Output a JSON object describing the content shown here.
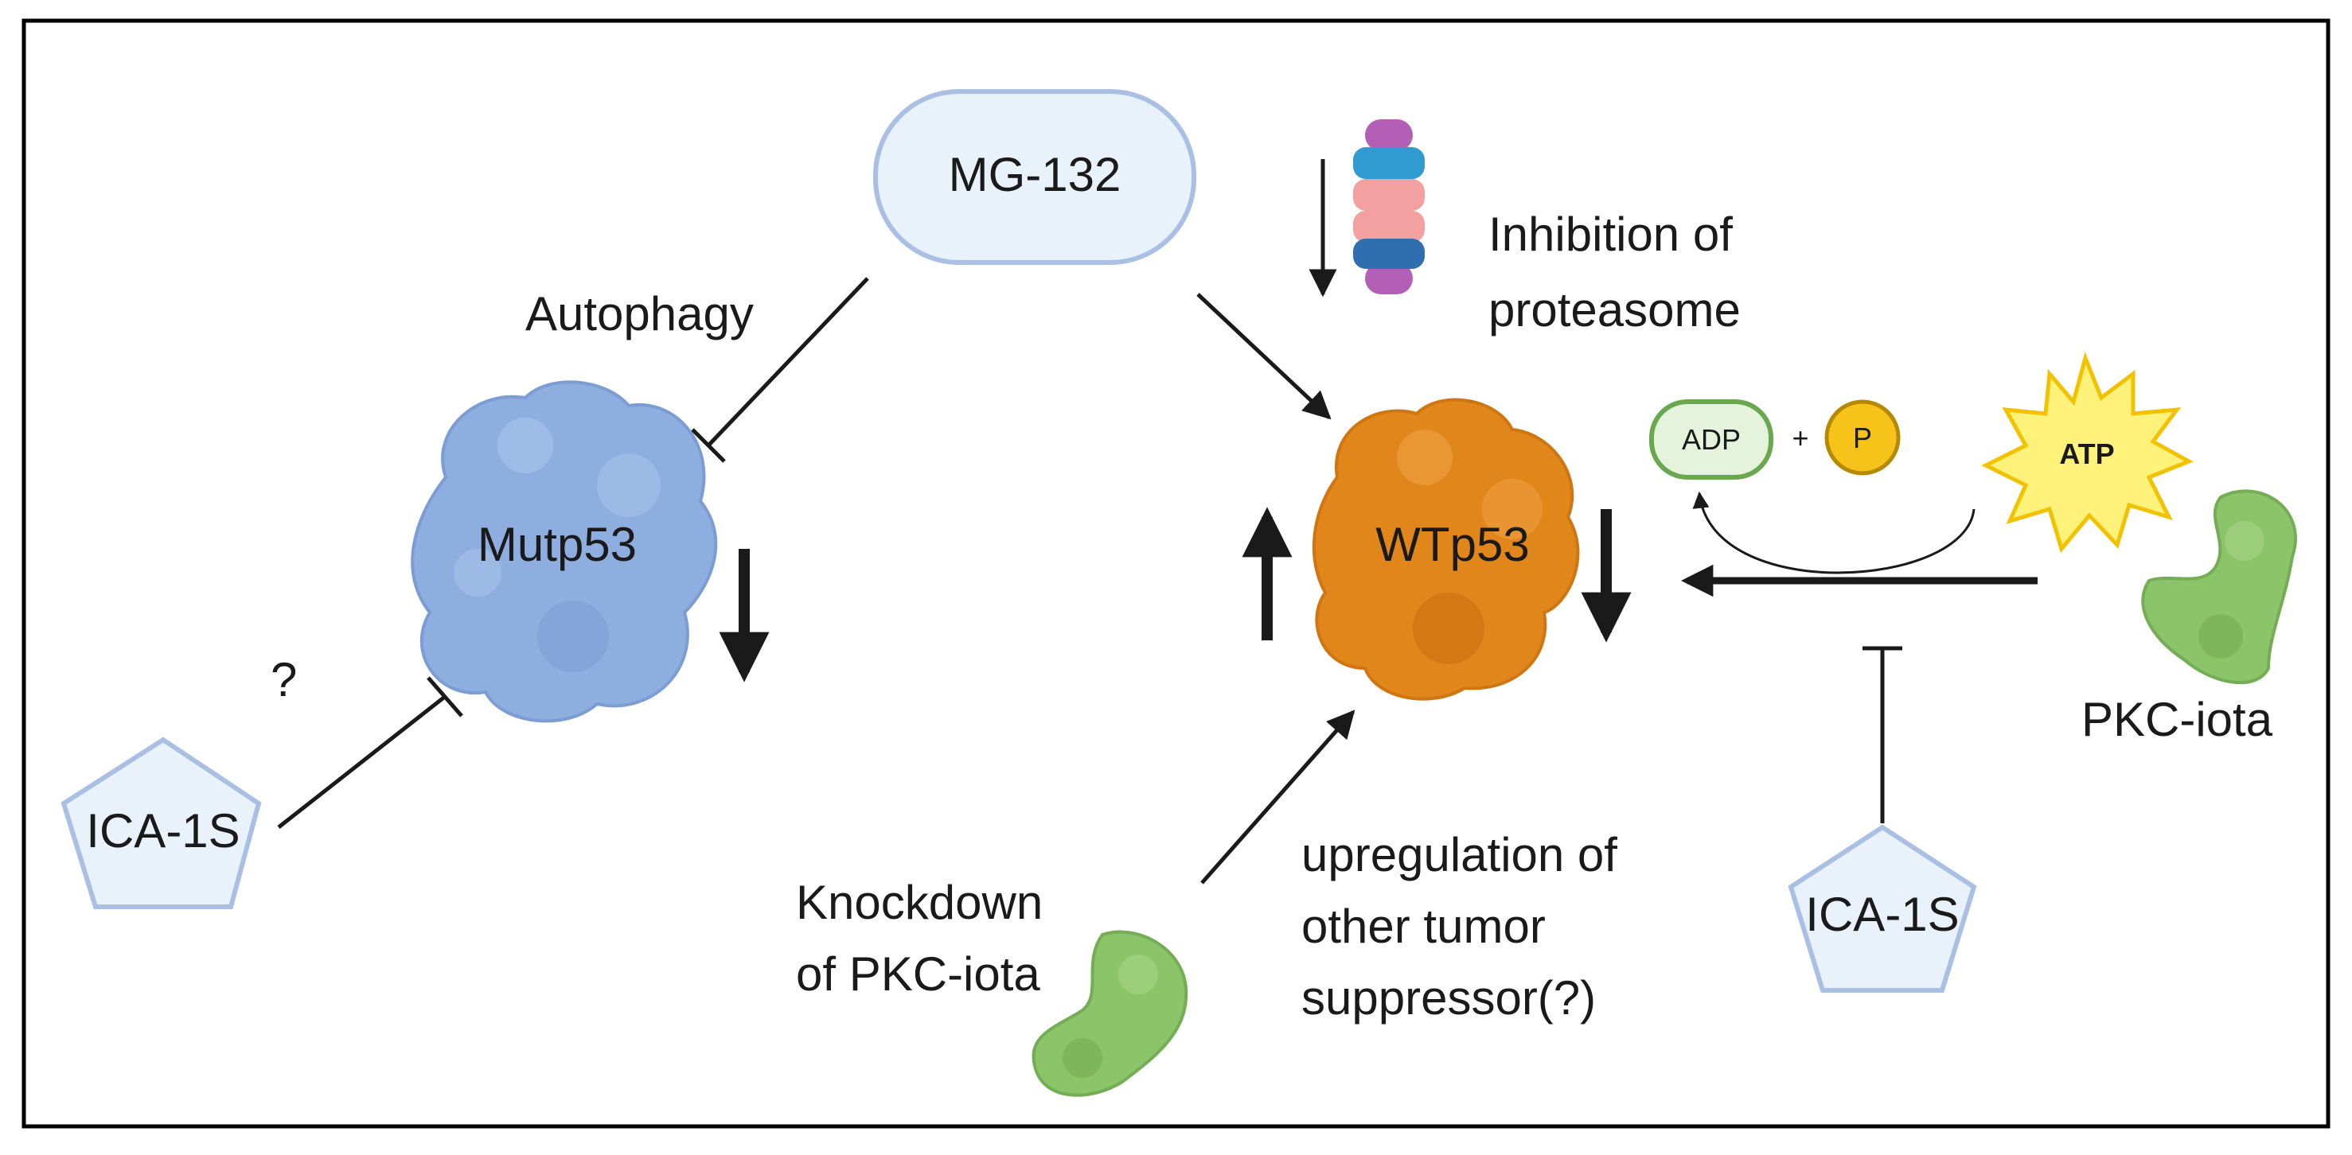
{
  "labels": {
    "mg132": "MG-132",
    "autophagy": "Autophagy",
    "inhibition_line1": "Inhibition of",
    "inhibition_line2": "proteasome",
    "mutp53": "Mutp53",
    "wtp53": "WTp53",
    "adp": "ADP",
    "plus": "+",
    "phosphate": "P",
    "atp": "ATP",
    "pkc_iota": "PKC-iota",
    "question": "?",
    "ica_left": "ICA-1S",
    "ica_right": "ICA-1S",
    "knockdown_line1": "Knockdown",
    "knockdown_line2": "of PKC-iota",
    "upreg_line1": "upregulation of",
    "upreg_line2": "other tumor",
    "upreg_line3": "suppressor(?)"
  },
  "colors": {
    "mg132_fill": "#e9f1fb",
    "mg132_stroke": "#a9bfe3",
    "mutp53": "#8eaee0",
    "wtp53": "#e0861a",
    "pkc": "#8cc46a",
    "adp_fill": "#e5f2dc",
    "adp_stroke": "#6aa84f",
    "phosphate_fill": "#f7c21a",
    "atp_fill": "#fff27a",
    "atp_stroke": "#f2c200",
    "ica_fill": "#e9f1fb",
    "ica_stroke": "#a9bfe3",
    "frame": "#000000"
  }
}
